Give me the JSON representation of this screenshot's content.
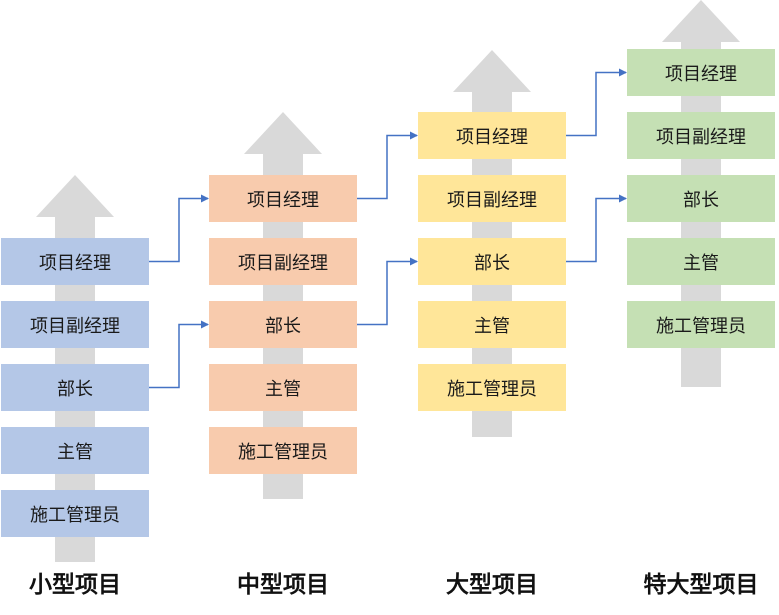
{
  "diagram": {
    "arrow_color": "#d9d9d9",
    "connector_color": "#4472c4",
    "columns": [
      {
        "label": "小型项目",
        "color": "#b4c7e7",
        "boxes": [
          "项目经理",
          "项目副经理",
          "部长",
          "主管",
          "施工管理员"
        ]
      },
      {
        "label": "中型项目",
        "color": "#f8cbad",
        "boxes": [
          "项目经理",
          "项目副经理",
          "部长",
          "主管",
          "施工管理员"
        ]
      },
      {
        "label": "大型项目",
        "color": "#ffe699",
        "boxes": [
          "项目经理",
          "项目副经理",
          "部长",
          "主管",
          "施工管理员"
        ]
      },
      {
        "label": "特大型项目",
        "color": "#c5e0b4",
        "boxes": [
          "项目经理",
          "项目副经理",
          "部长",
          "主管",
          "施工管理员"
        ]
      }
    ],
    "connections": [
      {
        "from": [
          "小型项目",
          "项目经理"
        ],
        "to": [
          "中型项目",
          "项目经理"
        ]
      },
      {
        "from": [
          "小型项目",
          "部长"
        ],
        "to": [
          "中型项目",
          "部长"
        ]
      },
      {
        "from": [
          "中型项目",
          "项目经理"
        ],
        "to": [
          "大型项目",
          "项目经理"
        ]
      },
      {
        "from": [
          "中型项目",
          "部长"
        ],
        "to": [
          "大型项目",
          "部长"
        ]
      },
      {
        "from": [
          "大型项目",
          "项目经理"
        ],
        "to": [
          "特大型项目",
          "项目经理"
        ]
      },
      {
        "from": [
          "大型项目",
          "部长"
        ],
        "to": [
          "特大型项目",
          "部长"
        ]
      }
    ]
  }
}
